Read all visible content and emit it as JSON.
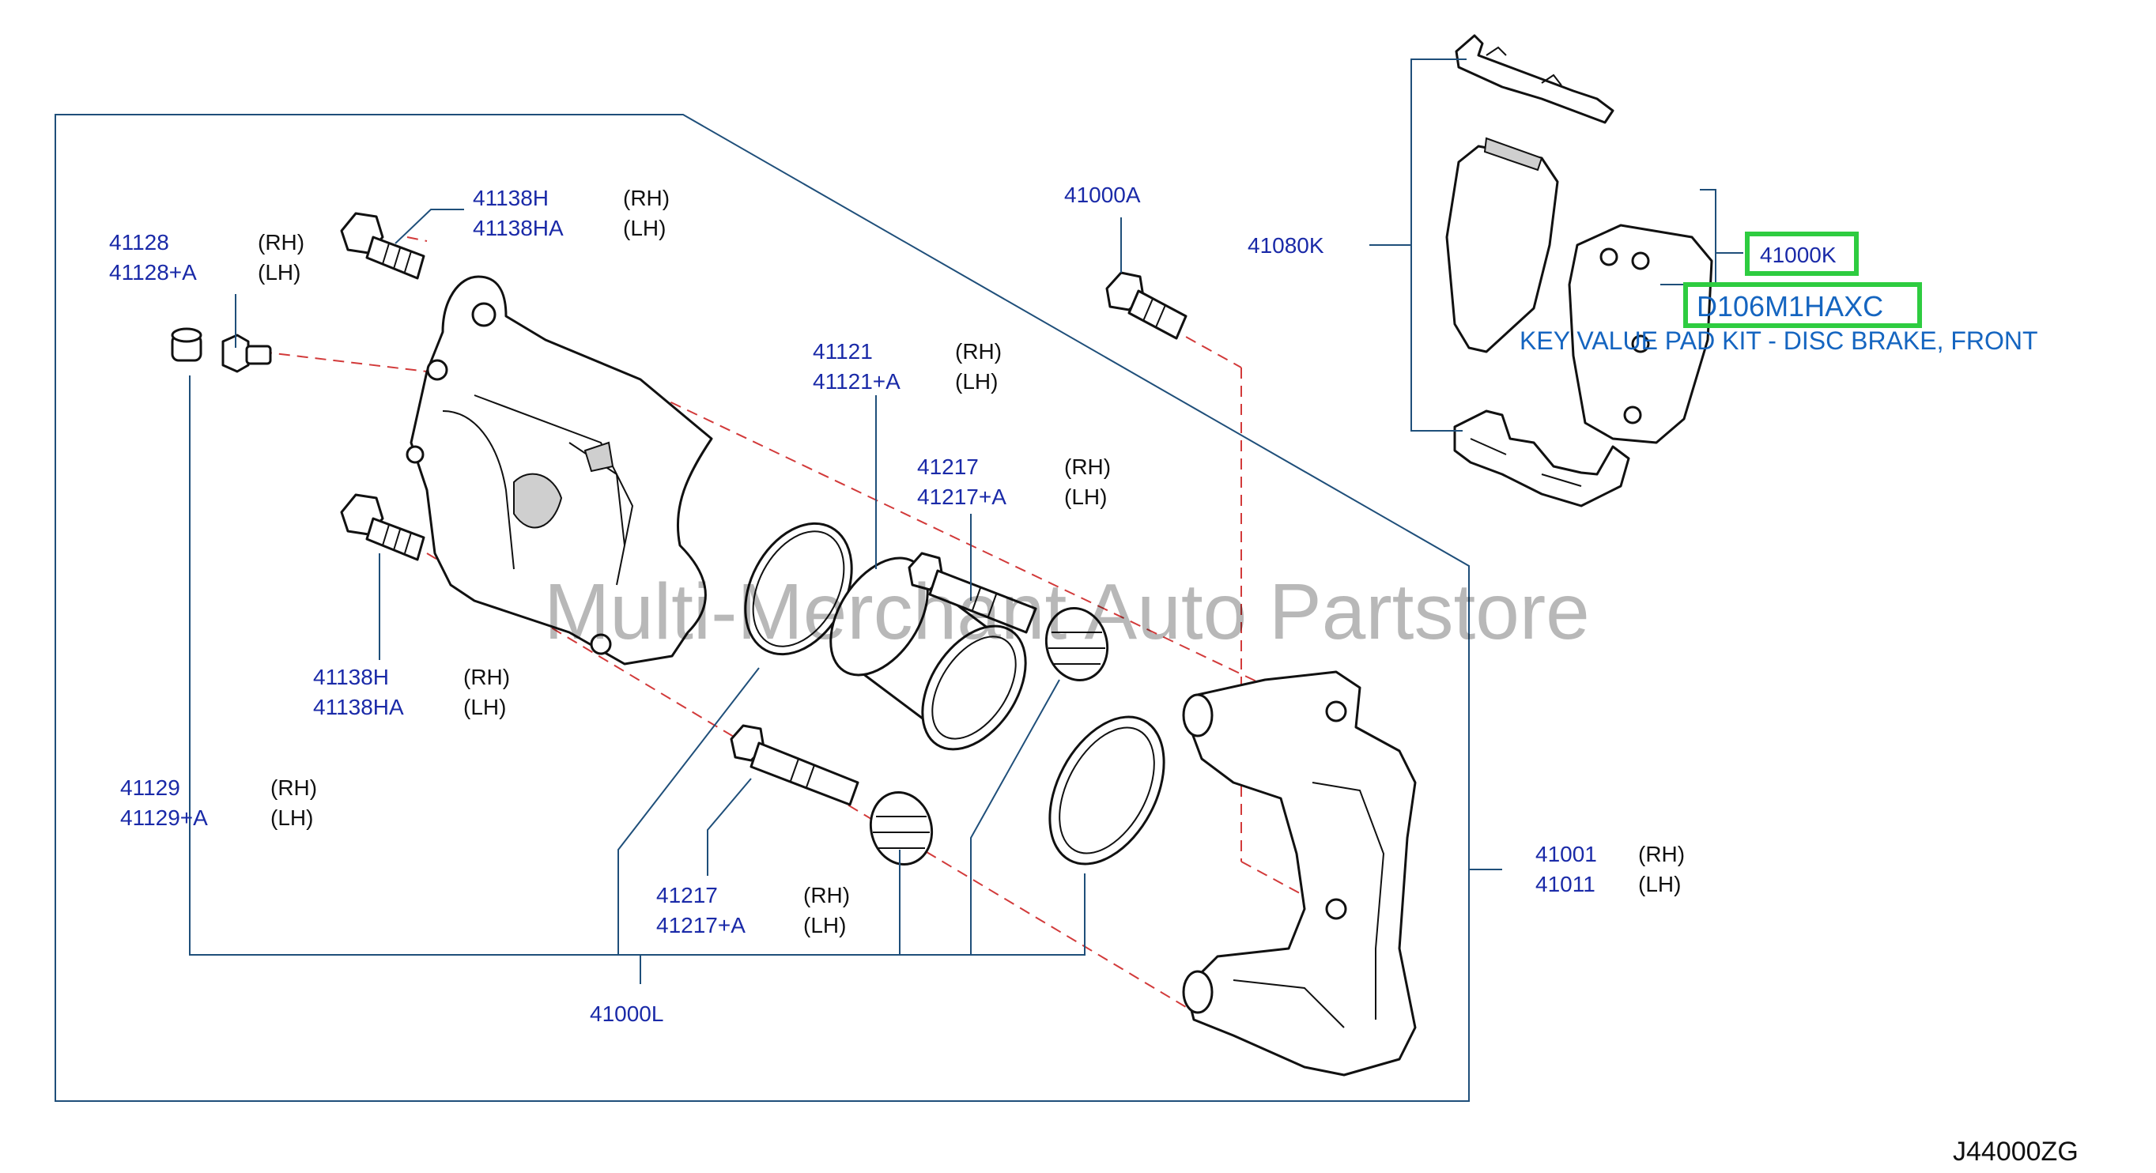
{
  "diagram_code": "J44000ZG",
  "watermark": "Multi-Merchant Auto Partstore",
  "callouts": [
    {
      "parts": [
        "41138H",
        "41138HA"
      ],
      "sides": [
        "(RH)",
        "(LH)"
      ]
    },
    {
      "parts": [
        "41128",
        "41128+A"
      ],
      "sides": [
        "(RH)",
        "(LH)"
      ]
    },
    {
      "parts": [
        "41000A"
      ],
      "sides": []
    },
    {
      "parts": [
        "41121",
        "41121+A"
      ],
      "sides": [
        "(RH)",
        "(LH)"
      ]
    },
    {
      "parts": [
        "41217",
        "41217+A"
      ],
      "sides": [
        "(RH)",
        "(LH)"
      ]
    },
    {
      "parts": [
        "41138H",
        "41138HA"
      ],
      "sides": [
        "(RH)",
        "(LH)"
      ]
    },
    {
      "parts": [
        "41129",
        "41129+A"
      ],
      "sides": [
        "(RH)",
        "(LH)"
      ]
    },
    {
      "parts": [
        "41217",
        "41217+A"
      ],
      "sides": [
        "(RH)",
        "(LH)"
      ]
    },
    {
      "parts": [
        "41000L"
      ],
      "sides": []
    },
    {
      "parts": [
        "41001",
        "41011"
      ],
      "sides": [
        "(RH)",
        "(LH)"
      ]
    },
    {
      "parts": [
        "41080K"
      ],
      "sides": []
    }
  ],
  "highlight": {
    "part": "41000K",
    "code": "D106M1HAXC",
    "description": "KEY VALUE PAD KIT - DISC BRAKE, FRONT",
    "color": "#2ecc40",
    "text_color": "#1565c0"
  },
  "colors": {
    "label": "#1a2aa8",
    "leader": "#1f4f7a",
    "dash": "#d23a3a"
  }
}
